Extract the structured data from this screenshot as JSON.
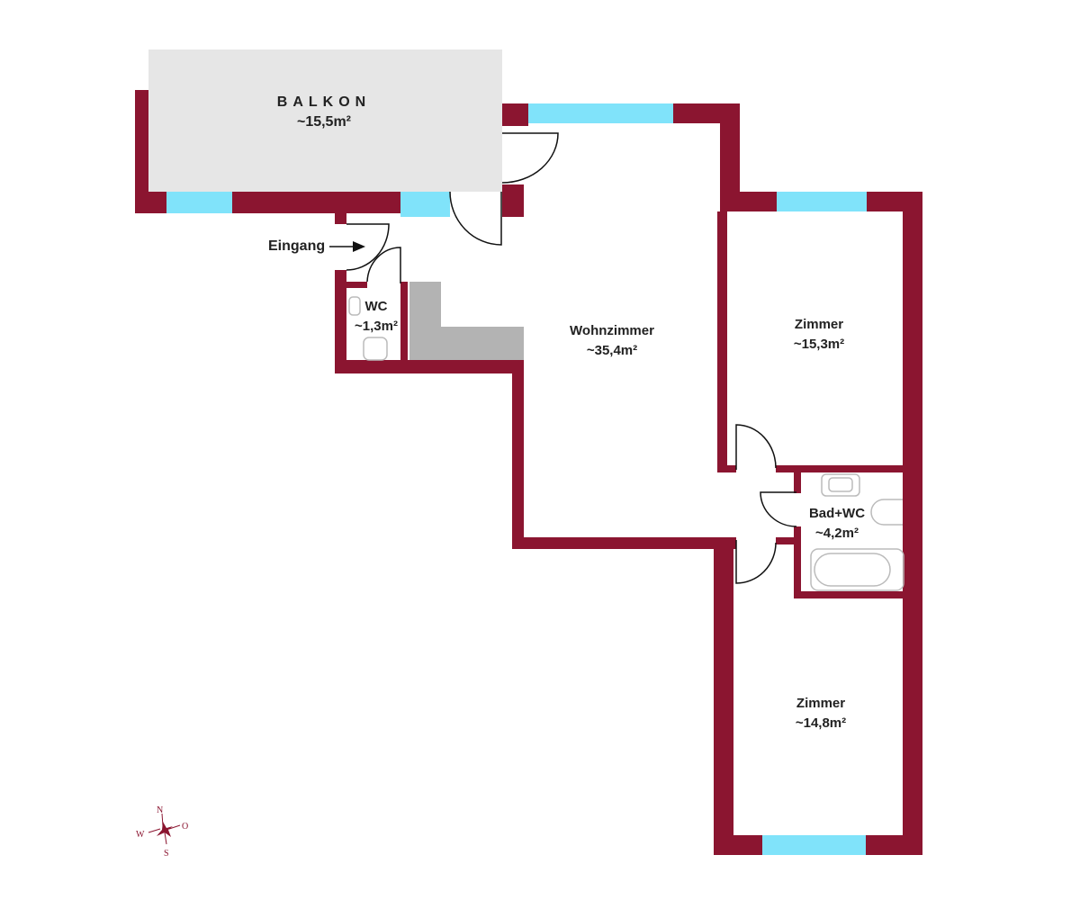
{
  "title": "Floor plan",
  "colors": {
    "wall": "#8b1530",
    "window": "#80e3fa",
    "balcony": "#e6e6e6",
    "kitchen": "#b3b3b3"
  },
  "rooms": {
    "balkon": {
      "name": "BALKON",
      "area": "~15,5m²"
    },
    "wc": {
      "name": "WC",
      "area": "~1,3m²"
    },
    "wohnzimmer": {
      "name": "Wohnzimmer",
      "area": "~35,4m²"
    },
    "zimmer1": {
      "name": "Zimmer",
      "area": "~15,3m²"
    },
    "bad": {
      "name": "Bad+WC",
      "area": "~4,2m²"
    },
    "zimmer2": {
      "name": "Zimmer",
      "area": "~14,8m²"
    }
  },
  "entrance_label": "Eingang",
  "compass": {
    "n": "N",
    "s": "S",
    "w": "W",
    "o": "O"
  }
}
